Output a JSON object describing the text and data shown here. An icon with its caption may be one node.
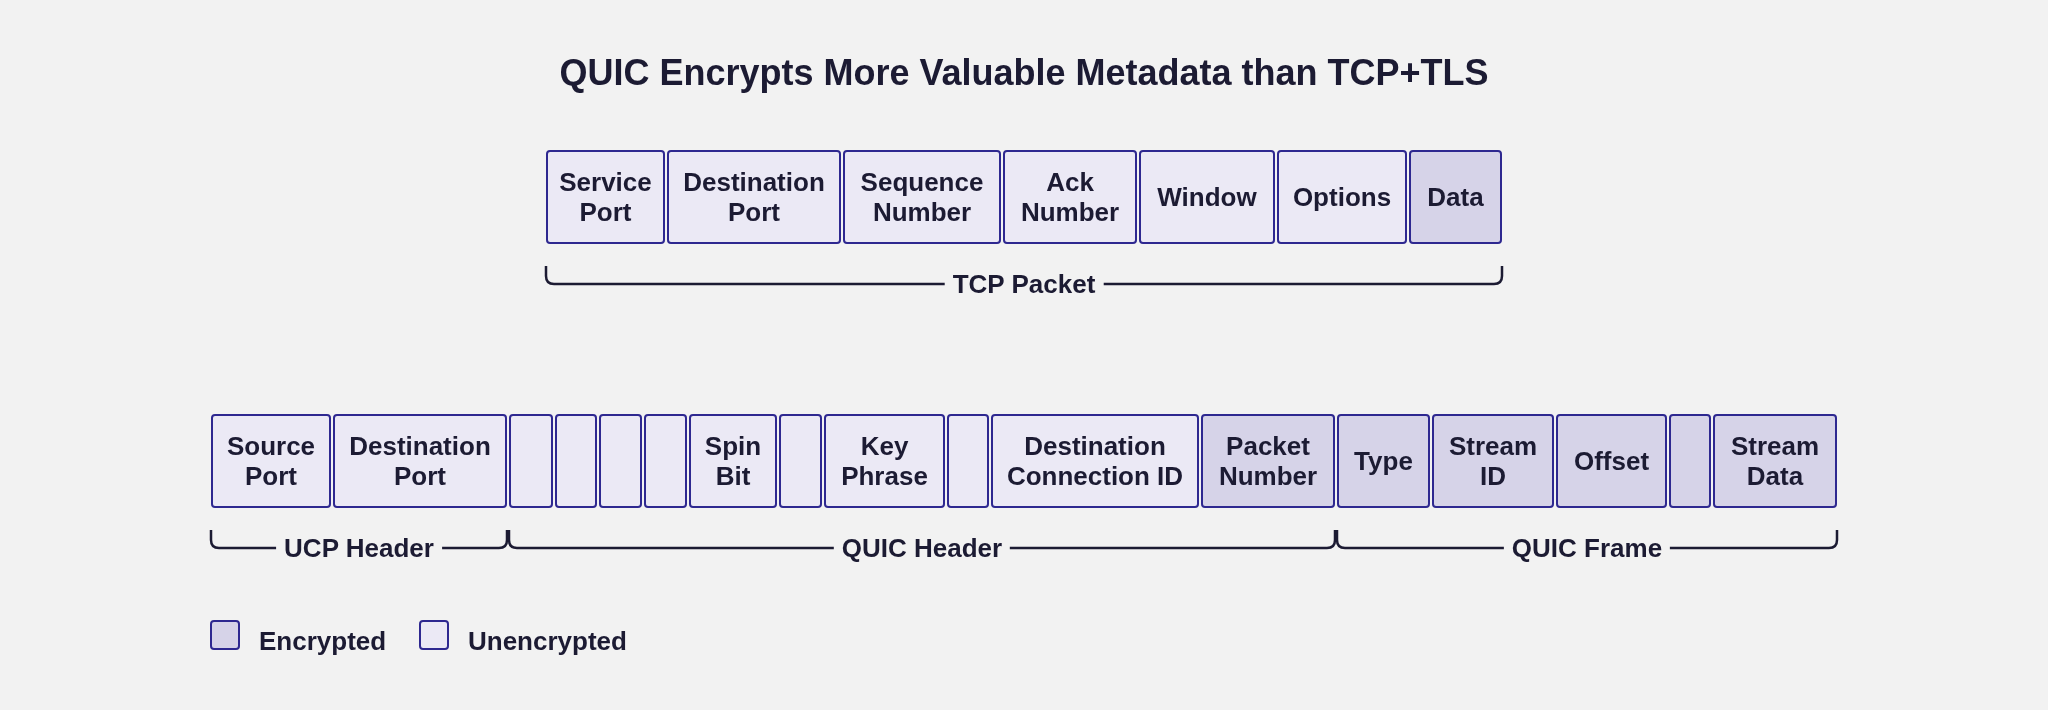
{
  "diagram": {
    "title": "QUIC Encrypts More Valuable Metadata than TCP+TLS",
    "nodes": [
      {
        "text": [
          "Service Port"
        ]
      },
      {
        "text": [
          "Destination Port"
        ]
      },
      {
        "text": [
          "Sequence Number"
        ]
      },
      {
        "text": [
          "Ack Number"
        ]
      },
      {
        "text": [
          "Window"
        ]
      },
      {
        "text": [
          "Options"
        ]
      },
      {
        "text": [
          "Data"
        ]
      },
      {
        "text": [
          "Source Port"
        ]
      },
      {
        "text": [
          "Destination Port"
        ]
      },
      {
        "text": [],
        "shape": "box"
      },
      {
        "text": [],
        "shape": "box"
      },
      {
        "text": [],
        "shape": "box"
      },
      {
        "text": [],
        "shape": "box"
      },
      {
        "text": [
          "Spin Bit"
        ]
      },
      {
        "text": [],
        "shape": "box"
      },
      {
        "text": [
          "Key Phrase"
        ]
      },
      {
        "text": [],
        "shape": "box"
      },
      {
        "text": [
          "Destination Connection ID"
        ]
      },
      {
        "text": [
          "Packet Number"
        ]
      },
      {
        "text": [
          "Type"
        ]
      },
      {
        "text": [
          "Stream ID"
        ]
      },
      {
        "text": [
          "Offset"
        ]
      },
      {
        "text": [],
        "shape": "box"
      },
      {
        "text": [
          "Stream Data"
        ]
      }
    ],
    "edges": [],
    "labels": [
      "TCP Packet",
      "UCP Header",
      "QUIC Header",
      "QUIC Frame"
    ],
    "legend": [
      {
        "text": "Encrypted",
        "color": "#d6d3e8"
      },
      {
        "text": "Unencrypted",
        "color": "#ebe9f5"
      }
    ]
  }
}
